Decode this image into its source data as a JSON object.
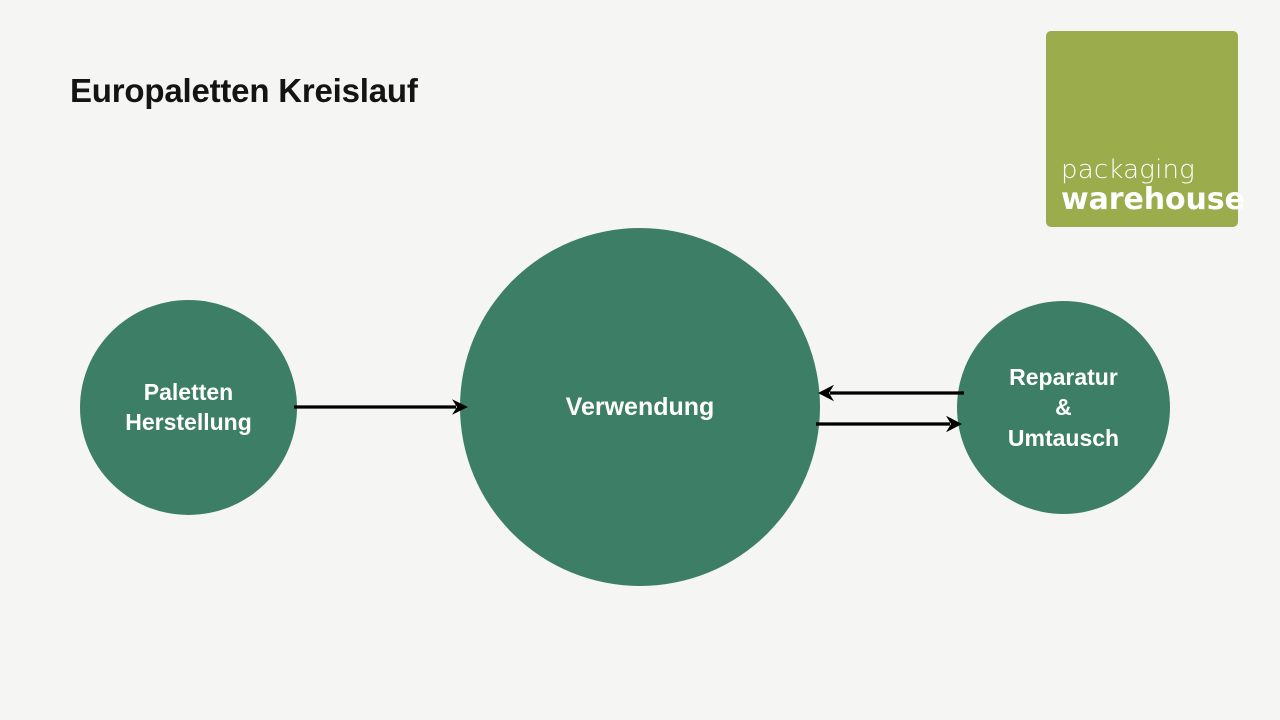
{
  "slide": {
    "title": "Europaletten Kreislauf",
    "background_color": "#f5f5f3"
  },
  "logo": {
    "name": "packaging warehouse",
    "line1": "packaging",
    "line2": "warehouse",
    "background_color": "#9aac4b",
    "text_color": "#ffffff"
  },
  "diagram": {
    "type": "cycle-flow",
    "node_color": "#3d7e67",
    "node_text_color": "#ffffff",
    "arrow_color": "#000000",
    "nodes": [
      {
        "id": "production",
        "label": "Paletten\nHerstellung",
        "label_lines": [
          "Paletten",
          "Herstellung"
        ]
      },
      {
        "id": "usage",
        "label": "Verwendung",
        "label_lines": [
          "Verwendung"
        ]
      },
      {
        "id": "repair",
        "label": "Reparatur\n&\nUmtausch",
        "label_lines": [
          "Reparatur",
          "&",
          "Umtausch"
        ]
      }
    ],
    "arrows": [
      {
        "id": "production-to-usage",
        "from": "production",
        "to": "usage",
        "direction": "right"
      },
      {
        "id": "usage-to-repair",
        "from": "usage",
        "to": "repair",
        "direction": "right"
      },
      {
        "id": "repair-to-usage",
        "from": "repair",
        "to": "usage",
        "direction": "left"
      }
    ]
  }
}
